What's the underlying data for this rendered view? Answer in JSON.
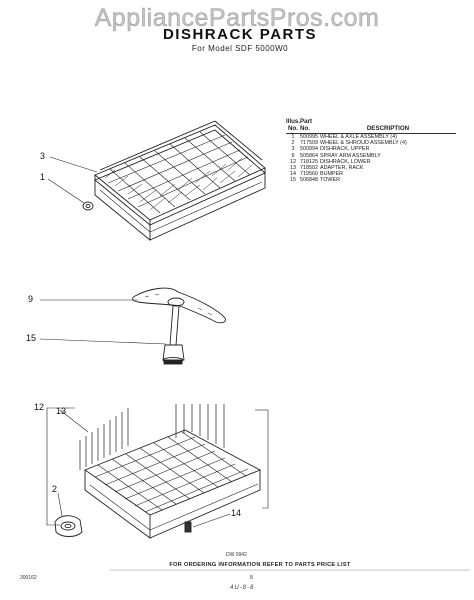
{
  "watermark": "AppliancePartsPros.com",
  "header": {
    "title": "DISHRACK PARTS",
    "subtitle": "For Model SDF 5000W0"
  },
  "parts_table": {
    "header_line1": {
      "no": "Illus.",
      "part": "Part"
    },
    "header_line2": {
      "no": "No.",
      "part": "No.",
      "description": "DESCRIPTION"
    },
    "rows": [
      {
        "no": "1",
        "part": "500995",
        "description": "WHEEL & AXLE ASSEMBLY (4)"
      },
      {
        "no": "2",
        "part": "717509",
        "description": "WHEEL & SHROUD ASSEMBLY (4)"
      },
      {
        "no": "3",
        "part": "500994",
        "description": "DISHRACK, UPPER"
      },
      {
        "no": "9",
        "part": "505864",
        "description": "SPRAY ARM ASSEMBLY"
      },
      {
        "no": "12",
        "part": "718125",
        "description": "DISHRACK, LOWER"
      },
      {
        "no": "13",
        "part": "718502",
        "description": "ADAPTER, RACK"
      },
      {
        "no": "14",
        "part": "719560",
        "description": "BUMPER"
      },
      {
        "no": "15",
        "part": "506848",
        "description": "TOWER"
      }
    ]
  },
  "callouts": {
    "c3": "3",
    "c1": "1",
    "c9": "9",
    "c15": "15",
    "c12": "12",
    "c13": "13",
    "c2": "2",
    "c14": "14"
  },
  "footer": {
    "drawing_code": "DW 0942",
    "ordering_note": "FOR ORDERING INFORMATION REFER TO PARTS PRICE LIST",
    "left_code": "300162",
    "page_number": "8",
    "bottom_code": "4U-8-8"
  }
}
